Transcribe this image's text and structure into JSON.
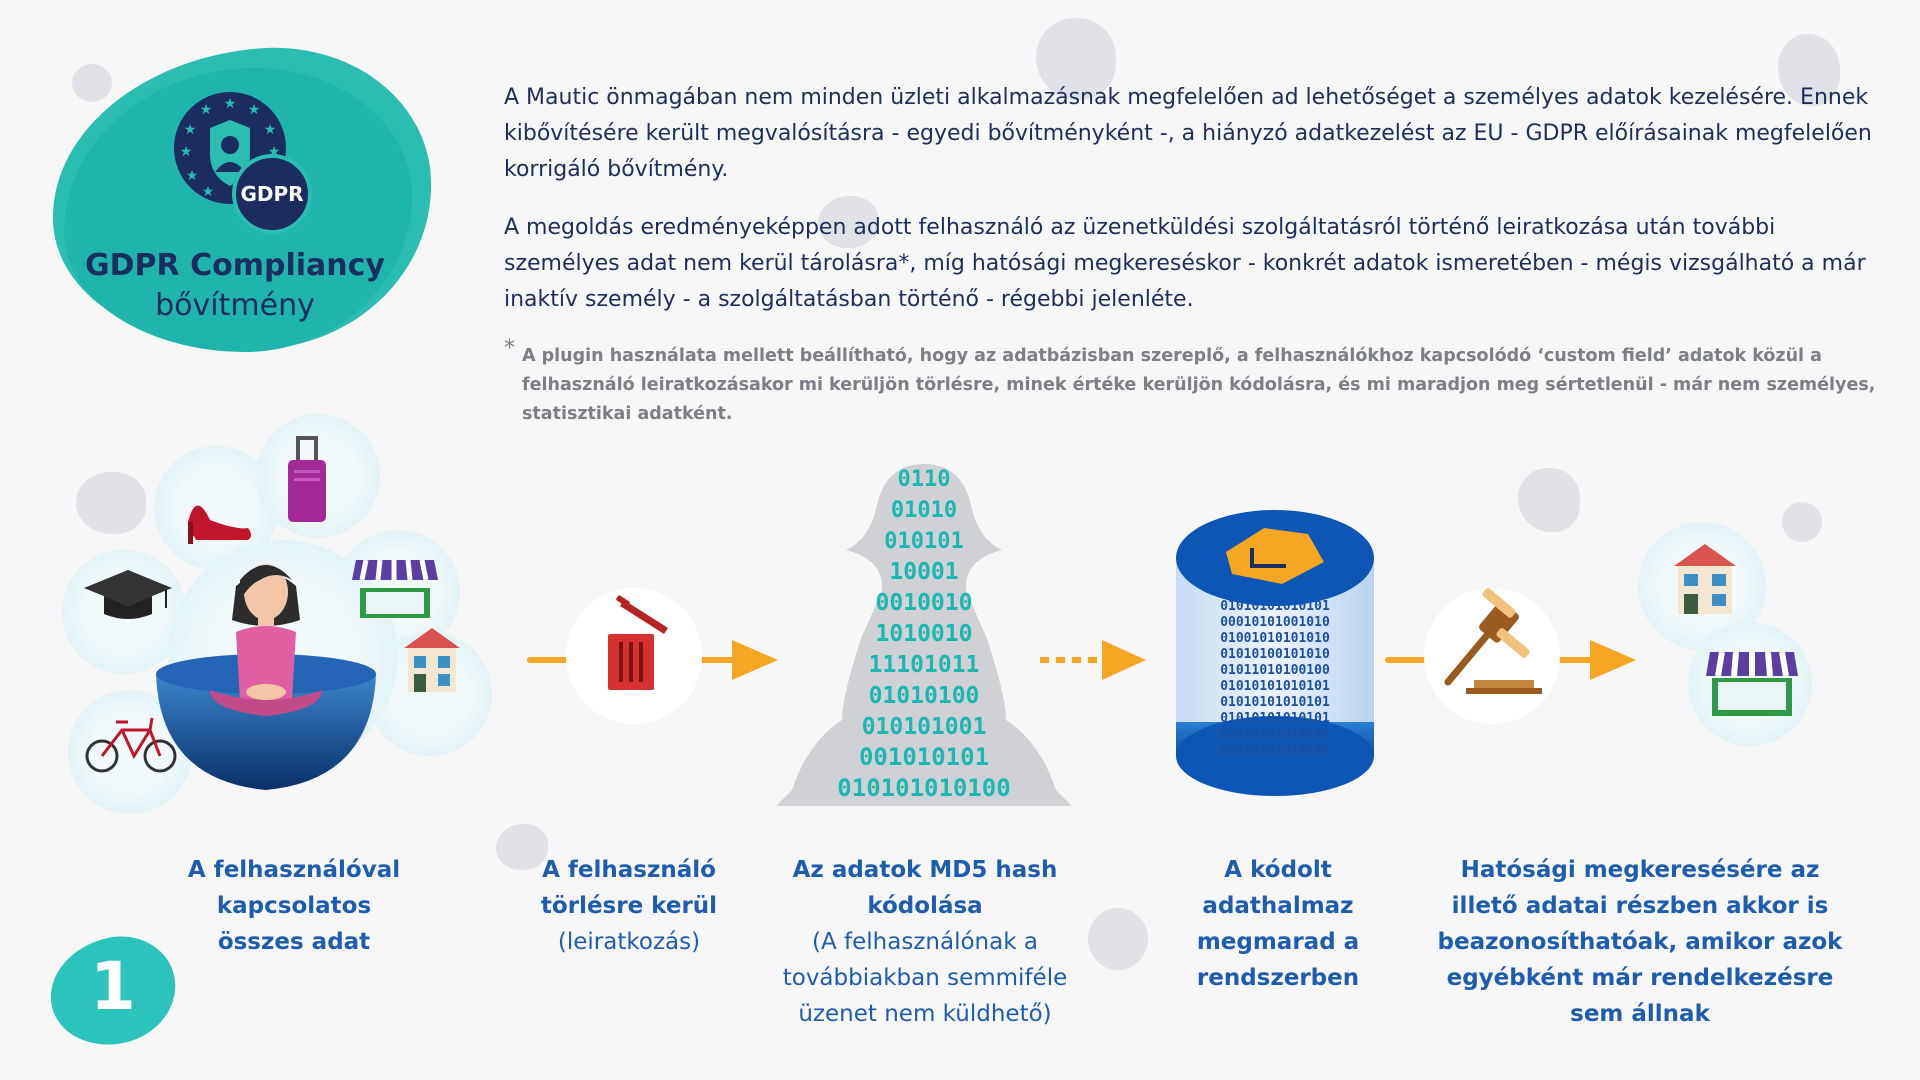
{
  "badge": {
    "title": "GDPR Compliancy",
    "subtitle": "bővítmény",
    "icon_text": "GDPR",
    "icon": "gdpr-shield-icon"
  },
  "intro": {
    "paragraph1": "A Mautic önmagában nem minden üzleti alkalmazásnak megfelelően ad lehetőséget a személyes adatok kezelésére. Ennek kibővítésére került megvalósításra - egyedi bővítményként -, a hiányzó adatkezelést az EU - GDPR előírásainak megfelelően korrigáló bővítmény.",
    "paragraph2": "A megoldás eredményeképpen adott felhasználó az üzenetküldési szolgáltatásról történő leiratkozása után további személyes adat nem kerül tárolásra*, míg hatósági megkereséskor - konkrét adatok ismeretében - mégis vizsgálható a már inaktív személy - a szolgáltatásban történő - régebbi jelenléte.",
    "note_mark": "*",
    "note": "A plugin használata mellett beállítható, hogy az adatbázisban szereplő, a felhasználókhoz kapcsolódó ‘custom field’ adatok közül a felhasználó leiratkozásakor mi kerüljön törlésre, minek értéke kerüljön kódolásra, és mi maradjon meg sértetlenül - már nem személyes, statisztikai adatként."
  },
  "steps": [
    {
      "icon": "person-with-items-icon",
      "label": "A felhasználóval kapcsolatos összes adat",
      "sub": ""
    },
    {
      "icon": "trash-icon",
      "label": "A felhasználó törlésre kerül",
      "sub": "(leiratkozás)"
    },
    {
      "icon": "binary-person-icon",
      "label": "Az adatok MD5 hash kódolása",
      "sub": "(A felhasználónak a továbbiakban semmiféle üzenet nem küldhető)"
    },
    {
      "icon": "database-icon",
      "label": "A kódolt adathalmaz megmarad a rendszerben",
      "sub": ""
    },
    {
      "icon": "gavel-icon",
      "label": "Hatósági megkeresésére az illető adatai részben akkor is beazonosíthatóak, amikor azok egyébként már rendelkezésre sem állnak",
      "sub": ""
    }
  ],
  "binary_rows": [
    "0110",
    "01010",
    "010101",
    "10001",
    "0010010",
    "1010010",
    "11101011",
    "01010100",
    "010101001",
    "001010101",
    "010101010100"
  ],
  "db_rows": [
    "01010101010101",
    "00010101001010",
    "01001010101010",
    "01010100101010",
    "01011010100100",
    "01010101010101",
    "01010101010101",
    "01010101010101",
    "01010101010101",
    "01010101010101"
  ],
  "step_number": "1",
  "colors": {
    "teal": "#2bbcb2",
    "navy": "#1a2d5e",
    "caption_blue": "#1e5cae",
    "arrow_orange": "#f5a623",
    "trash_red": "#d63031",
    "binary_teal": "#1bb7b0"
  }
}
